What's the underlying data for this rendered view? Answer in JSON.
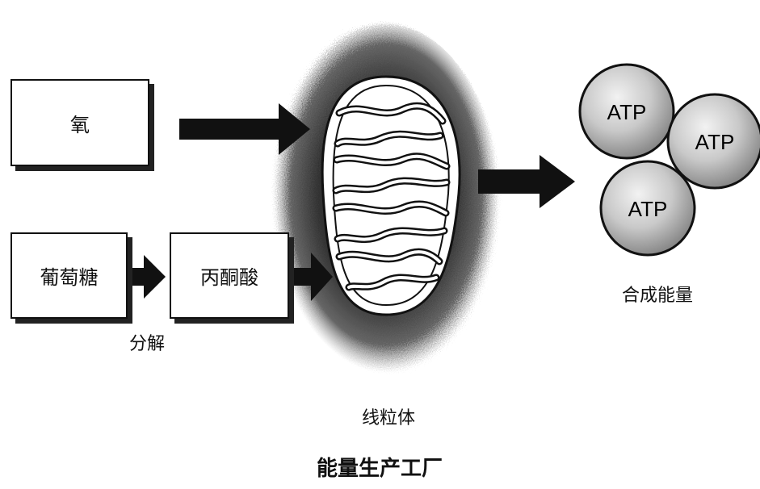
{
  "inputs": {
    "oxygen": "氧",
    "glucose": "葡萄糖",
    "pyruvate": "丙酮酸",
    "decompose": "分解"
  },
  "mitochondrion_label": "线粒体",
  "atp": [
    "ATP",
    "ATP",
    "ATP"
  ],
  "output_label": "合成能量",
  "title": "能量生产工厂"
}
